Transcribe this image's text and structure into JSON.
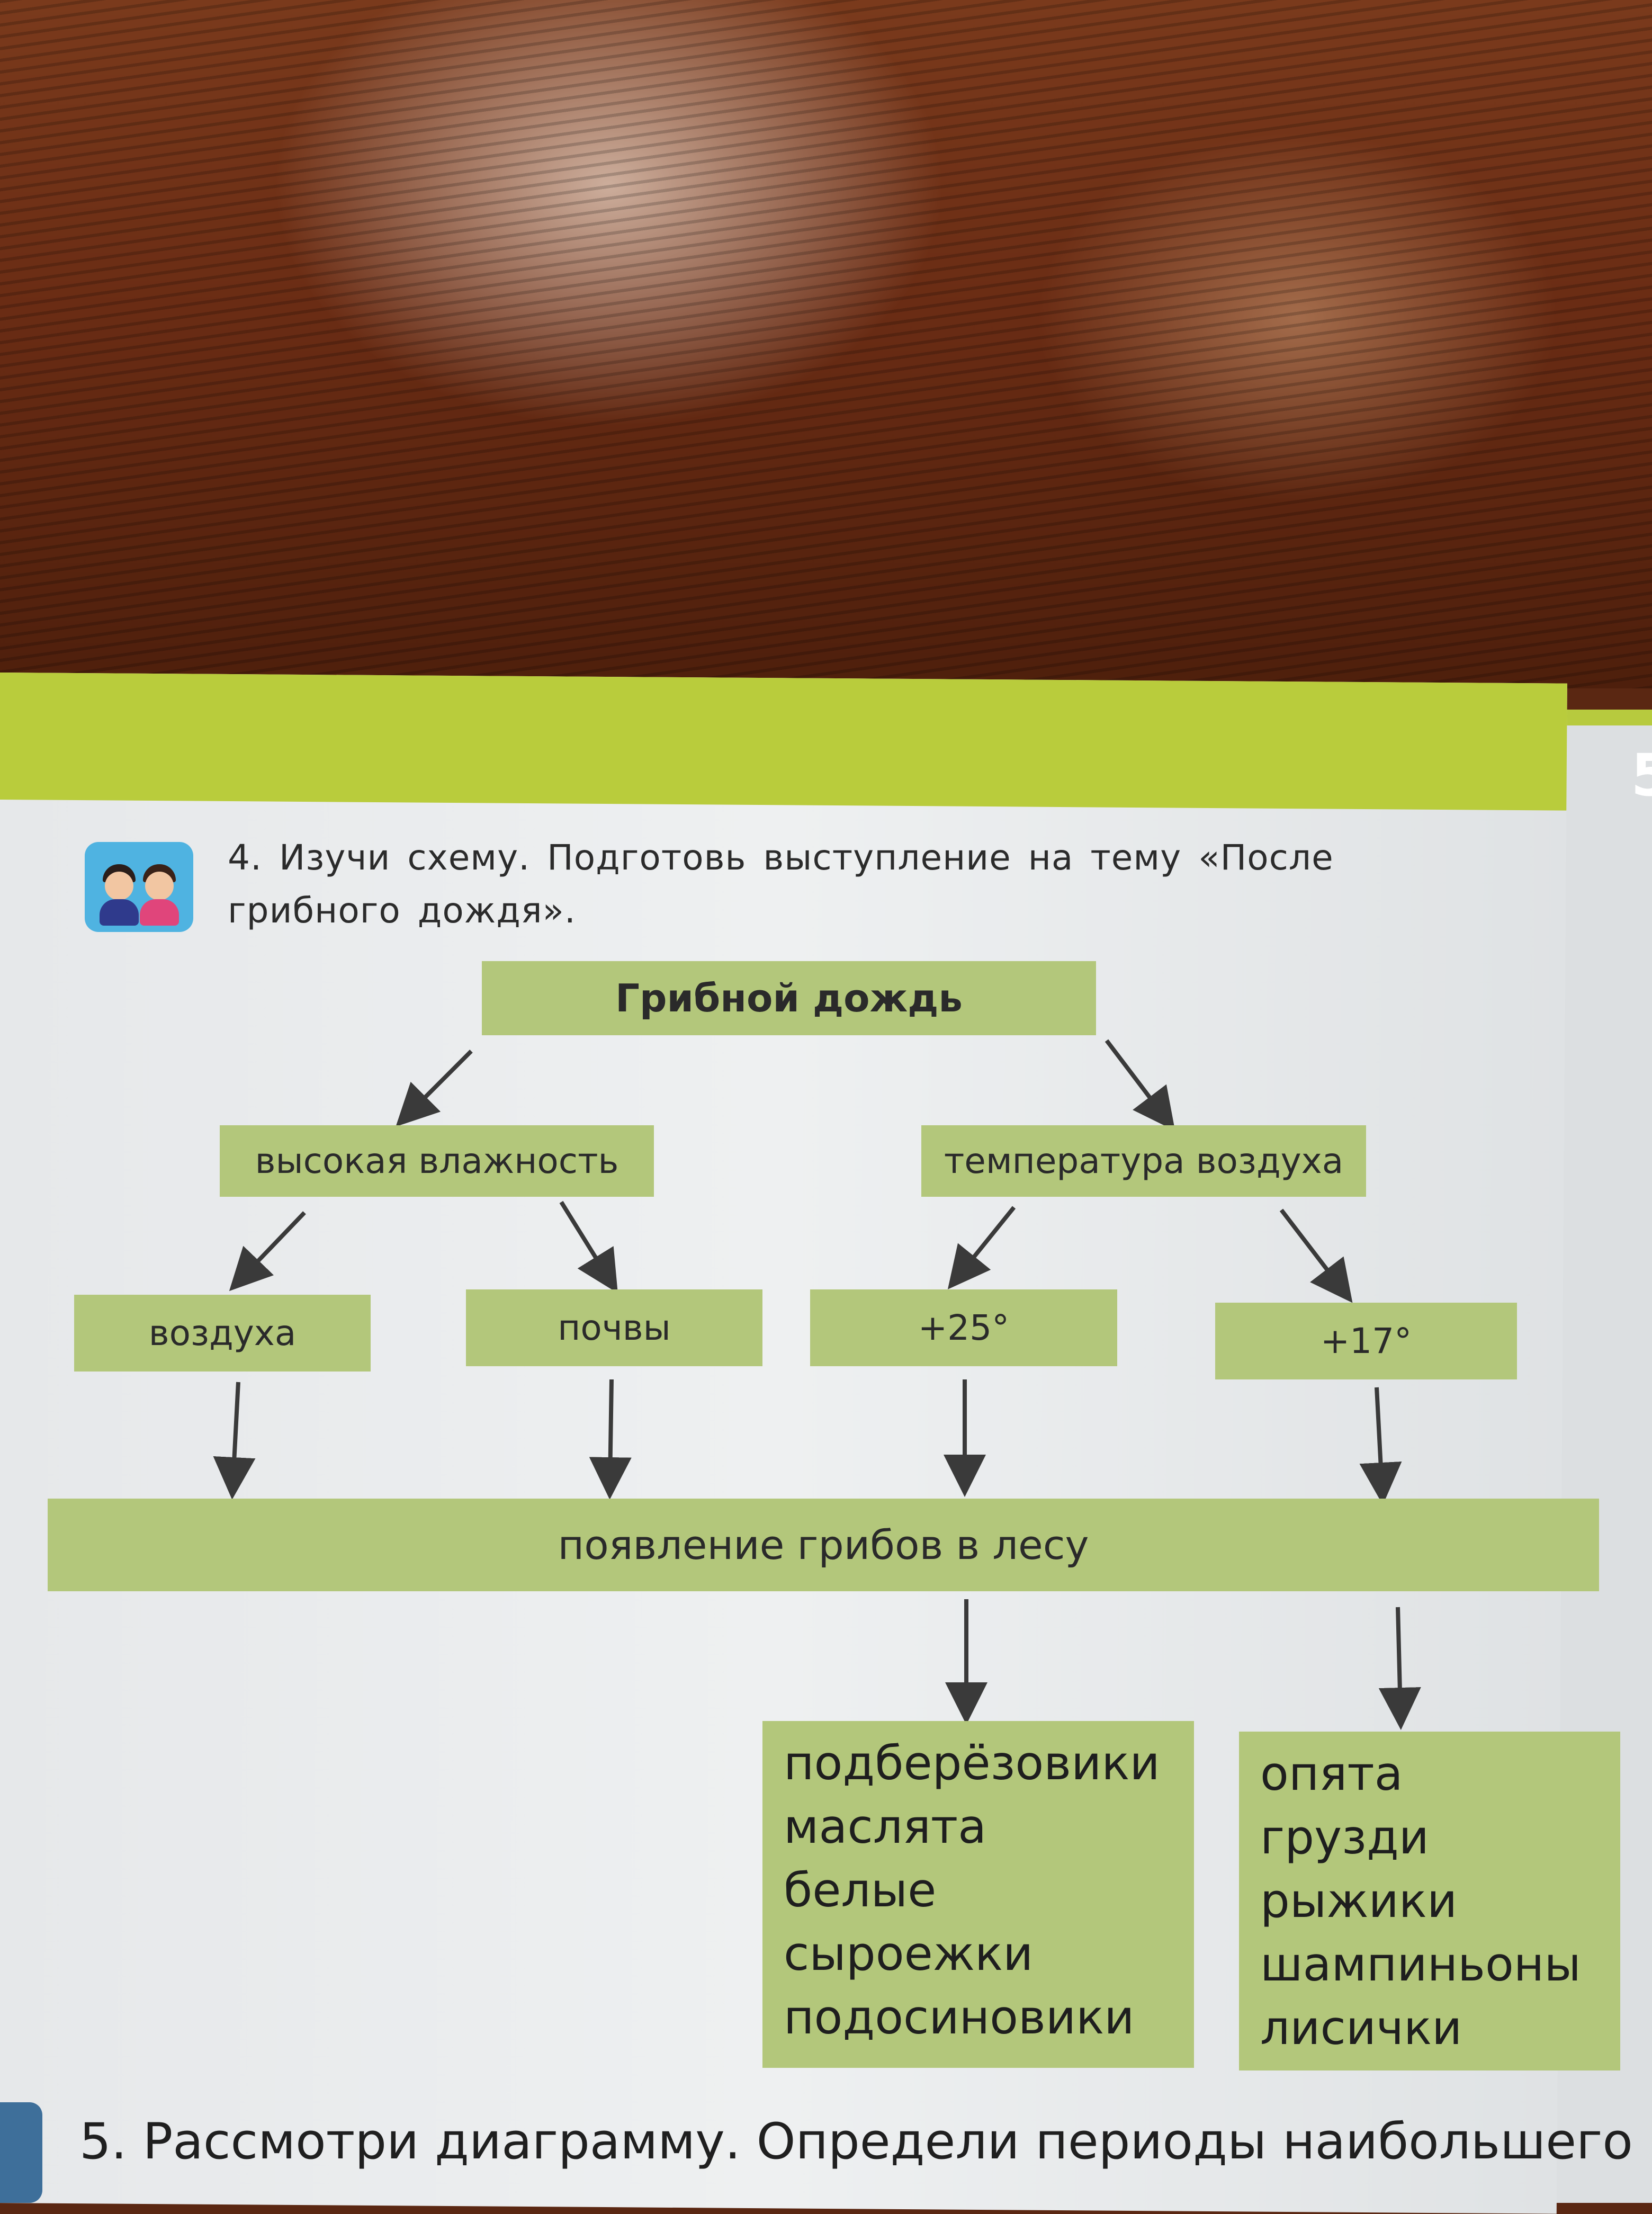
{
  "task4": {
    "text": "4. Изучи схему. Подготовь выступление на тему «После грибного дождя»."
  },
  "scheme": {
    "root": "Грибной дождь",
    "level1": [
      "высокая влажность",
      "температура воздуха"
    ],
    "level2": [
      "воздуха",
      "почвы",
      "+25°",
      "+17°"
    ],
    "result": "появление грибов в лесу",
    "list_left": [
      "подберёзовики",
      "маслята",
      "белые",
      "сыроежки",
      "подосиновики"
    ],
    "list_right": [
      "опята",
      "грузди",
      "рыжики",
      "шампиньоны",
      "лисички"
    ]
  },
  "task5": {
    "text": "5. Рассмотри диаграмму. Определи периоды наибольшего"
  },
  "colors": {
    "page_band": "#b9cc3c",
    "box_fill": "#b3c77b",
    "arrow": "#3a3a3a"
  }
}
